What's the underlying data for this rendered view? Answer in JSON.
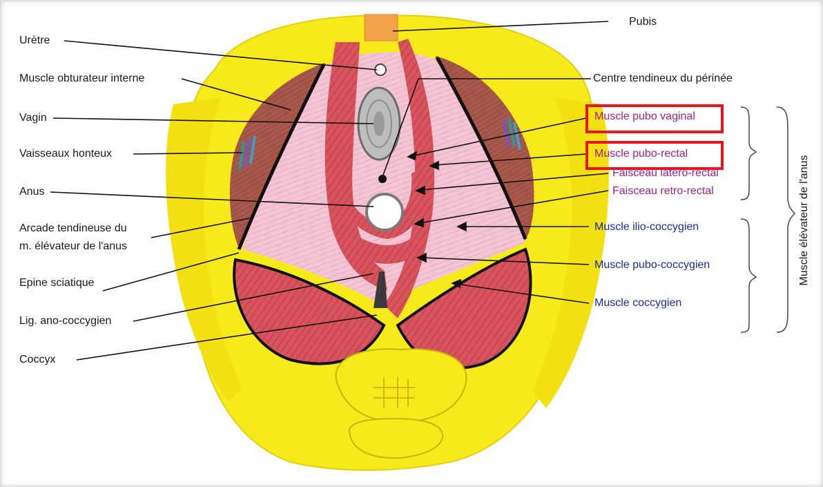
{
  "labels": {
    "uretre": "Urètre",
    "obturateur": "Muscle obturateur interne",
    "vagin": "Vagin",
    "vaisseaux": "Vaisseaux honteux",
    "anus": "Anus",
    "arcade_1": "Arcade tendineuse du",
    "arcade_2": "m. élévateur de l'anus",
    "epine": "Epine sciatique",
    "lig": "Lig. ano-coccygien",
    "coccyx": "Coccyx",
    "pubis": "Pubis",
    "centre": "Centre tendineux du périnée",
    "pubo_vaginal": "Muscle pubo vaginal",
    "pubo_rectal": "Muscle pubo-rectal",
    "latero_rectal": "Faisceau latéro-rectal",
    "retro_rectal": "Faisceau retro-rectal",
    "ilio": "Muscle ilio-coccygien",
    "pubo_coccygien": "Muscle pubo-coccygien",
    "coccygien": "Muscle coccygien",
    "elevateur": "Muscle élévateur de l'anus"
  },
  "colors": {
    "bone": "#f7ea1a",
    "muscle": "#d8505a",
    "purple_text": "#a0208c",
    "blue_text": "#1d2aa8",
    "highlight": "#e8141e"
  }
}
